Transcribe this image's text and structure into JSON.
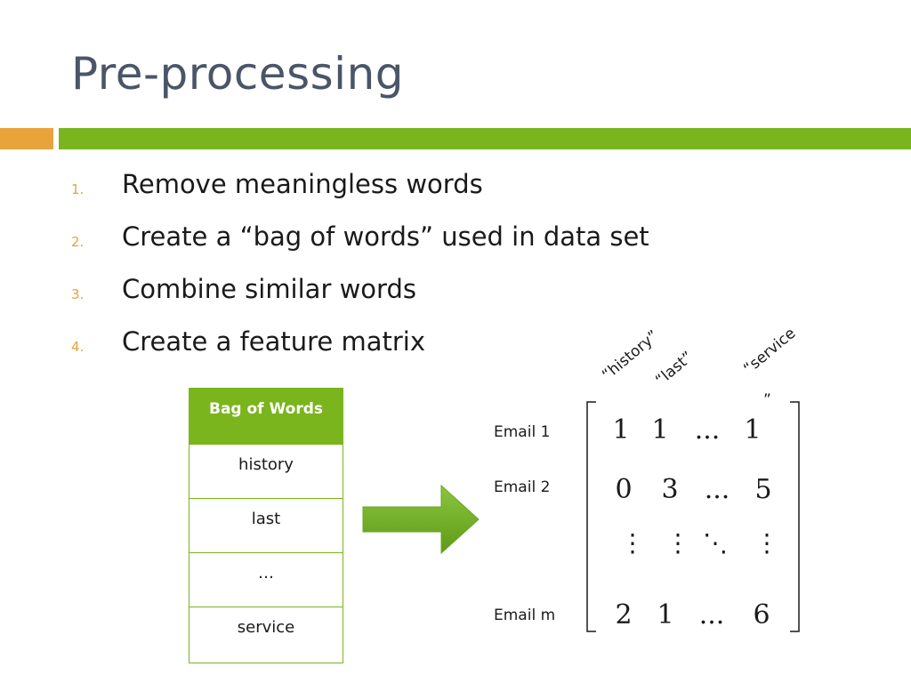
{
  "slide": {
    "title": "Pre-processing"
  },
  "steps": [
    {
      "num": "1.",
      "text": "Remove meaningless words"
    },
    {
      "num": "2.",
      "text": "Create a “bag of words” used in data set"
    },
    {
      "num": "3.",
      "text": "Combine similar words"
    },
    {
      "num": "4.",
      "text": "Create a feature matrix"
    }
  ],
  "bag_of_words": {
    "header": "Bag of Words",
    "rows": [
      "history",
      "last",
      "…",
      "service"
    ]
  },
  "matrix": {
    "column_labels": [
      "“history”",
      "“last”",
      "“service",
      "”"
    ],
    "row_labels": [
      "Email 1",
      "Email 2",
      "Email m"
    ],
    "rows": [
      [
        "1",
        "1",
        "...",
        "1"
      ],
      [
        "0",
        "3",
        "...",
        "5"
      ],
      [
        "2",
        "1",
        "...",
        "6"
      ]
    ],
    "dots": [
      "⋮",
      "⋮",
      "⋱",
      "⋮"
    ]
  },
  "colors": {
    "accent_green": "#7ab51d",
    "accent_orange": "#e8a33a",
    "title": "#4a5568"
  }
}
